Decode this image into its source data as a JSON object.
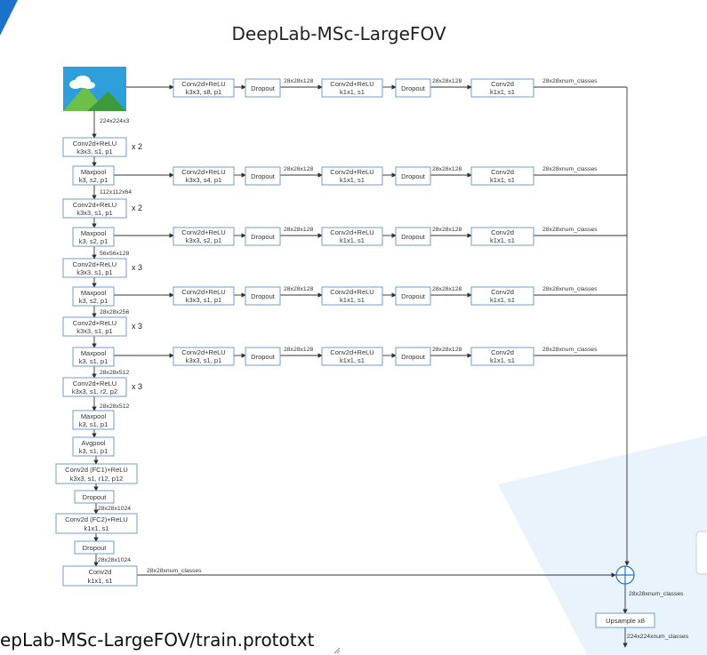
{
  "title": "DeepLab-MSc-LargeFOV",
  "caption": "epLab-MSc-LargeFOV/train.prototxt",
  "backbone": [
    {
      "l1": "Conv2d+ReLU",
      "l2": "k3x3, s1, p1"
    },
    {
      "l1": "Maxpool",
      "l2": "k3, s2, p1"
    },
    {
      "l1": "Conv2d+ReLU",
      "l2": "k3x3, s1, p1"
    },
    {
      "l1": "Maxpool",
      "l2": "k3, s2, p1"
    },
    {
      "l1": "Conv2d+ReLU",
      "l2": "k3x3, s1, p1"
    },
    {
      "l1": "Maxpool",
      "l2": "k3, s2, p1"
    },
    {
      "l1": "Conv2d+ReLU",
      "l2": "k3x3, s1, p1"
    },
    {
      "l1": "Maxpool",
      "l2": "k3, s1, p1"
    },
    {
      "l1": "Conv2d+ReLU",
      "l2": "k3x3, s1, r2, p2"
    },
    {
      "l1": "Maxpool",
      "l2": "k3, s1, p1"
    },
    {
      "l1": "Avgpool",
      "l2": "k3, s1, p1"
    },
    {
      "l1": "Conv2d (FC1)+ReLU",
      "l2": "k3x3, s1, r12, p12"
    },
    {
      "l1": "Dropout",
      "l2": ""
    },
    {
      "l1": "Conv2d (FC2)+ReLU",
      "l2": "k1x1, s1"
    },
    {
      "l1": "Dropout",
      "l2": ""
    },
    {
      "l1": "Conv2d",
      "l2": "k1x1, s1"
    }
  ],
  "multipliers": [
    "x 2",
    "x 2",
    "x 3",
    "x 3",
    "x 3"
  ],
  "backbone_labels": [
    "224x224x3",
    "112x112x64",
    "56x56x128",
    "28x28x256",
    "28x28x512",
    "28x28x512",
    "28x28x1024",
    "28x28x1024"
  ],
  "branches": [
    {
      "conv1": {
        "l1": "Conv2d+ReLU",
        "l2": "k3x3, s8, p1"
      }
    },
    {
      "conv1": {
        "l1": "Conv2d+ReLU",
        "l2": "k3x3, s4, p1"
      }
    },
    {
      "conv1": {
        "l1": "Conv2d+ReLU",
        "l2": "k3x3, s2, p1"
      }
    },
    {
      "conv1": {
        "l1": "Conv2d+ReLU",
        "l2": "k3x3, s1, p1"
      }
    },
    {
      "conv1": {
        "l1": "Conv2d+ReLU",
        "l2": "k3x3, s1, p1"
      }
    }
  ],
  "branch_common": {
    "dropout": "Dropout",
    "conv2": {
      "l1": "Conv2d+ReLU",
      "l2": "k1x1, s1"
    },
    "conv3": {
      "l1": "Conv2d",
      "l2": "k1x1, s1"
    },
    "edge_label": "28x28x128",
    "out_label": "28x28xnum_classes"
  },
  "main_out_label": "28x28xnum_classes",
  "sum_out_label": "28x28xnum_classes",
  "upsample": "Upsample x8",
  "final_label": "224x224xnum_classes",
  "colors": {
    "box_border": "#6d9ccc",
    "sky": "#2f9fdc",
    "hill": "#6cc04a",
    "accent_bg": "#e8f3fb",
    "corner": "#1a73c8"
  }
}
